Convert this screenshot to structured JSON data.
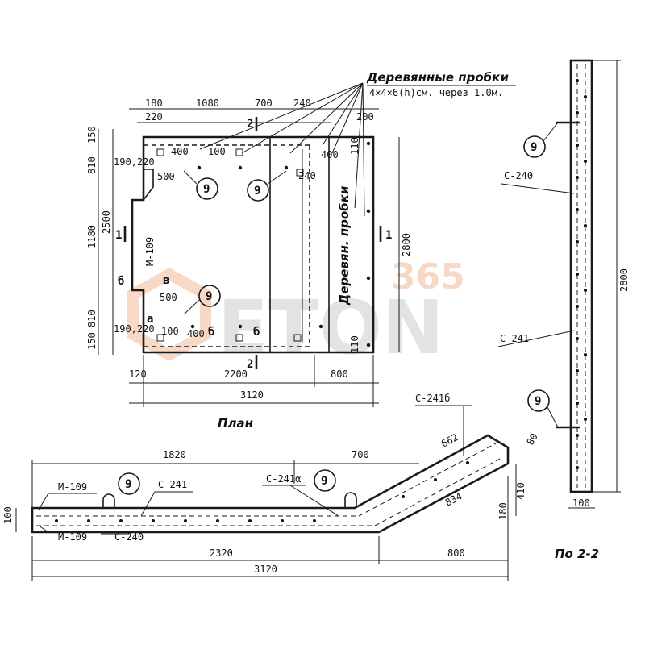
{
  "labels": {
    "note_title": "Деревянные пробки",
    "note_sub": "4×4×6(h)см. через 1.0м.",
    "plan_title": "План",
    "section_title": "По 2-2",
    "vertical_note": "Деревян. пробки",
    "marks": {
      "m109": "М-109",
      "c240": "С-240",
      "c241": "С-241",
      "c241a": "С-241α",
      "c241b": "С-241б",
      "nine": "9",
      "one": "1",
      "two": "2",
      "b": "б",
      "v": "в",
      "a": "а"
    }
  },
  "dims": {
    "d180": "180",
    "d1080": "1080",
    "d700": "700",
    "d240": "240",
    "d220": "220",
    "d200": "200",
    "d150": "150",
    "d810": "810",
    "d1180": "1180",
    "d2500": "2500",
    "d190_220": "190,220",
    "d400": "400",
    "d100": "100",
    "d500": "500",
    "d110": "110",
    "d2800": "2800",
    "d120": "120",
    "d2200": "2200",
    "d800": "800",
    "d3120": "3120",
    "d1820": "1820",
    "d662": "662",
    "d80": "80",
    "d834": "834",
    "d410": "410",
    "d180b": "180",
    "d2320": "2320",
    "d2800v": "2800"
  },
  "watermark": {
    "text": "ETON",
    "num": "365",
    "color": "#e8925a"
  }
}
